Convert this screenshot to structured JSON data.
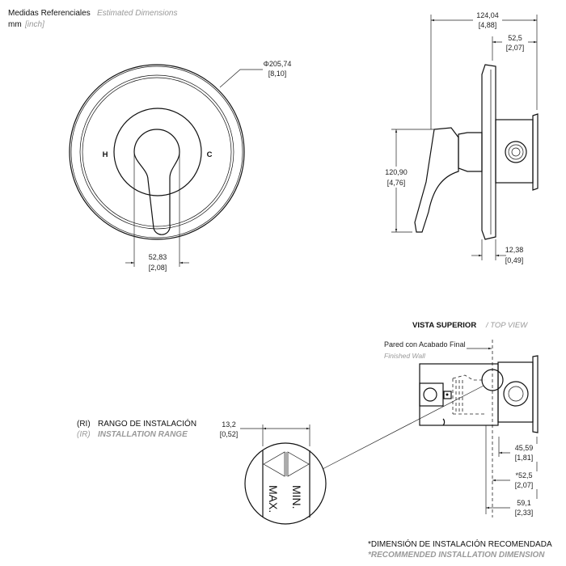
{
  "header": {
    "title_es": "Medidas Referenciales",
    "title_en": "Estimated Dimensions",
    "unit_mm": "mm",
    "unit_inch": "[inch]"
  },
  "front_view": {
    "diameter_mm": "Φ205,74",
    "diameter_in": "[8,10]",
    "handle_width_mm": "52,83",
    "handle_width_in": "[2,08]",
    "hot_label": "H",
    "cold_label": "C"
  },
  "side_view": {
    "depth_total_mm": "124,04",
    "depth_total_in": "[4,88]",
    "body_depth_mm": "52,5",
    "body_depth_in": "[2,07]",
    "height_mm": "120,90",
    "height_in": "[4,76]",
    "plate_mm": "12,38",
    "plate_in": "[0,49]"
  },
  "top_view": {
    "title_es": "VISTA SUPERIOR",
    "title_en": "/ TOP VIEW",
    "wall_es": "Pared con Acabado Final",
    "wall_en": "Finished Wall",
    "dim1_mm": "45,59",
    "dim1_in": "[1,81]",
    "dim2_mm": "*52,5",
    "dim2_in": "[2,07]",
    "dim3_mm": "59,1",
    "dim3_in": "[2,33]"
  },
  "range": {
    "code_es": "(RI)",
    "label_es": "RANGO DE INSTALACIÓN",
    "code_en": "(IR)",
    "label_en": "INSTALLATION RANGE",
    "range_mm": "13,2",
    "range_in": "[0,52]",
    "min_label": "MIN.",
    "max_label": "MAX."
  },
  "footer": {
    "note_es": "*DIMENSIÓN DE INSTALACIÓN RECOMENDADA",
    "note_en": "*RECOMMENDED INSTALLATION DIMENSION"
  }
}
